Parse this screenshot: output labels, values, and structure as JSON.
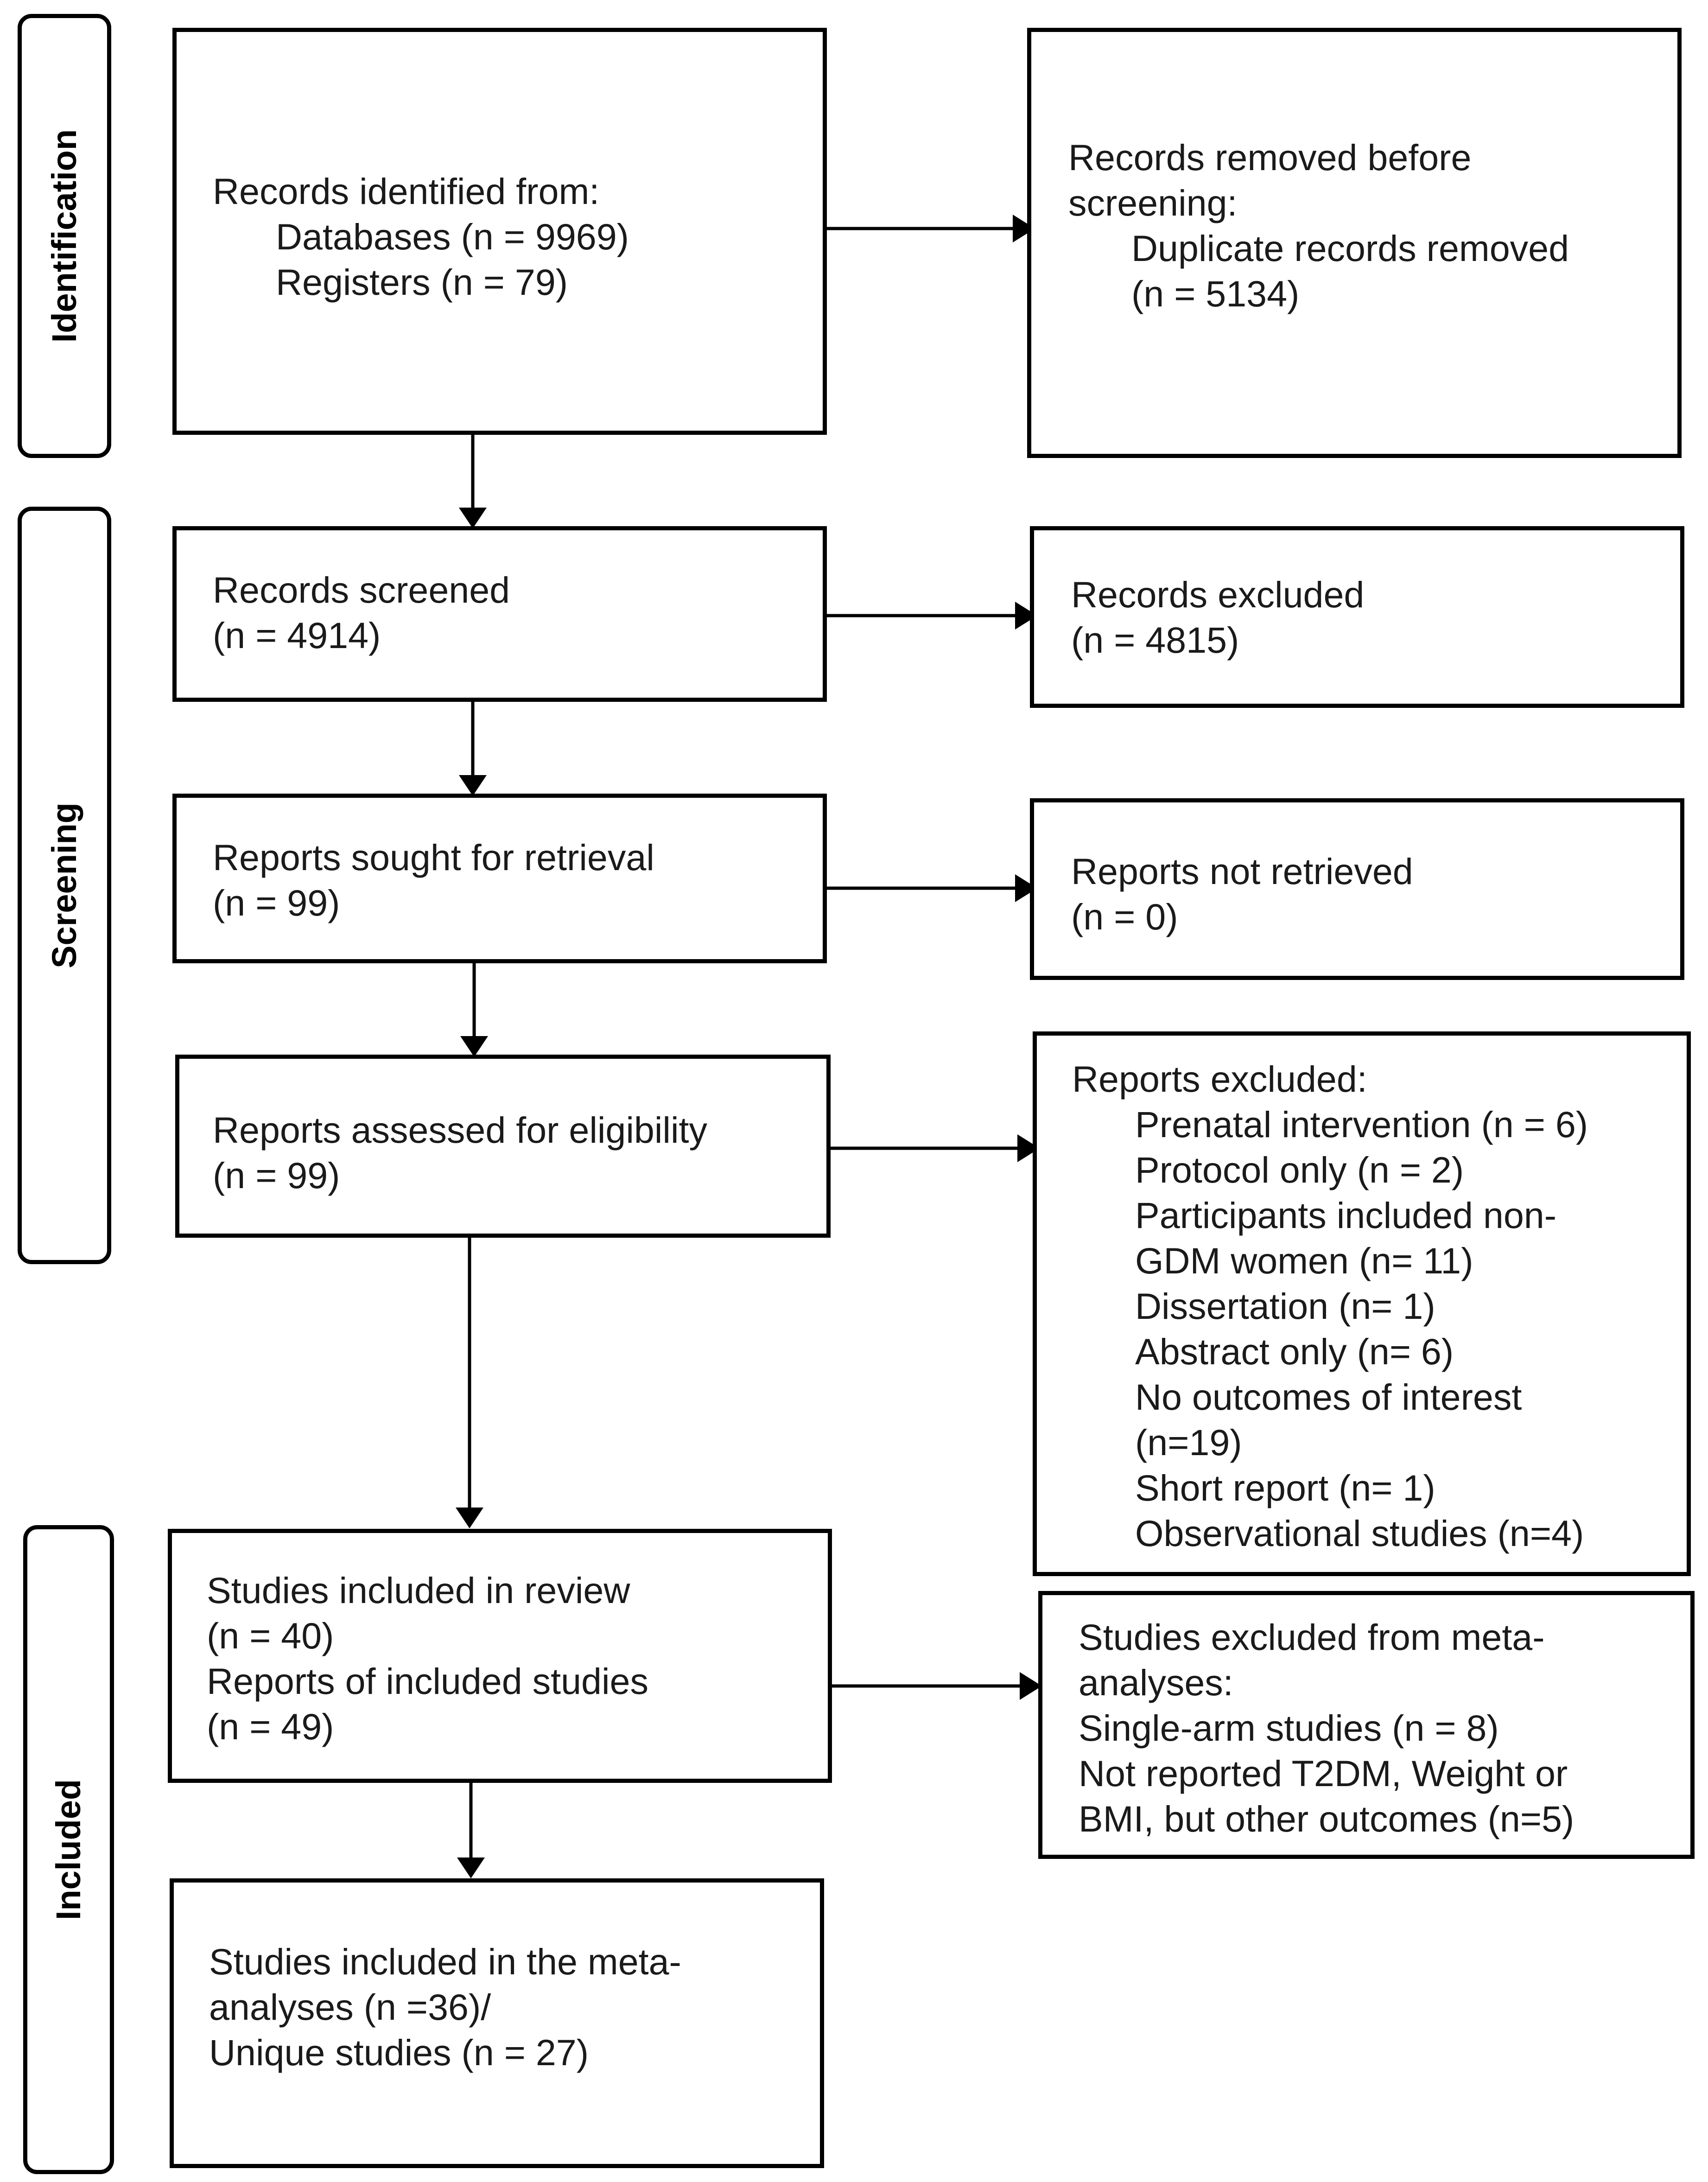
{
  "phases": {
    "identification": "Identification",
    "screening": "Screening",
    "included": "Included"
  },
  "identification": {
    "records_identified": {
      "heading": "Records identified from:",
      "databases": "Databases (n = 9969)",
      "registers": "Registers (n = 79)"
    },
    "records_removed": {
      "heading_line1": "Records removed before",
      "heading_line2": "screening:",
      "duplicates": "Duplicate records removed",
      "duplicates_count": "(n = 5134)"
    }
  },
  "screening": {
    "records_screened": {
      "label": "Records screened",
      "count": "(n = 4914)"
    },
    "records_excluded": {
      "label": "Records excluded",
      "count": "(n = 4815)"
    },
    "reports_sought": {
      "label": "Reports sought for retrieval",
      "count": "(n = 99)"
    },
    "reports_not_retrieved": {
      "label": "Reports not retrieved",
      "count": "(n = 0)"
    },
    "reports_assessed": {
      "label": "Reports assessed for eligibility",
      "count": "(n = 99)"
    },
    "reports_excluded": {
      "heading": "Reports excluded:",
      "lines": [
        "Prenatal intervention (n = 6)",
        "Protocol only (n = 2)",
        "Participants included non-",
        "GDM women (n= 11)",
        "Dissertation (n= 1)",
        "Abstract only (n= 6)",
        "No outcomes of interest",
        "(n=19)",
        "Short report (n= 1)",
        "Observational studies (n=4)"
      ]
    }
  },
  "included": {
    "studies_in_review": {
      "line1": "Studies included in review",
      "line2": "(n = 40)",
      "line3": "Reports of included studies",
      "line4": "(n = 49)"
    },
    "excluded_from_meta": {
      "line1": "Studies excluded from meta-",
      "line2": "analyses:",
      "line3": "Single-arm studies (n = 8)",
      "line4": "Not reported T2DM, Weight or",
      "line5": "BMI, but other outcomes (n=5)"
    },
    "in_meta_analyses": {
      "line1": "Studies included in the meta-",
      "line2": "analyses (n =36)/",
      "line3": "Unique studies (n = 27)"
    }
  }
}
